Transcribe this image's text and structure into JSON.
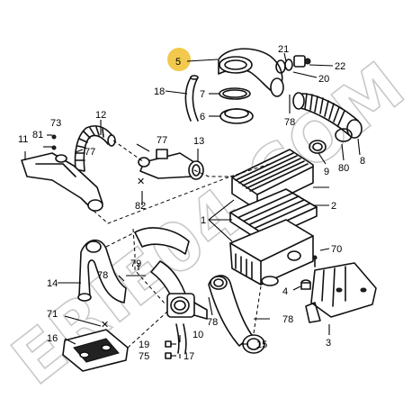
{
  "watermark": "ERIE04.COM",
  "highlight_color": "#f2c94c",
  "callouts": {
    "c1": "1",
    "c2": "2",
    "c3": "3",
    "c4": "4",
    "c5": "5",
    "c6": "6",
    "c7": "7",
    "c8": "8",
    "c9": "9",
    "c10": "10",
    "c11": "11",
    "c12": "12",
    "c13": "13",
    "c14": "14",
    "c15": "15",
    "c16": "16",
    "c17": "17",
    "c18": "18",
    "c19": "19",
    "c20": "20",
    "c21": "21",
    "c22": "22",
    "c70": "70",
    "c71": "71",
    "c73": "73",
    "c75": "75",
    "c77a": "77",
    "c77b": "77",
    "c78a": "78",
    "c78b": "78",
    "c78c": "78",
    "c78d": "78",
    "c79": "79",
    "c80": "80",
    "c81": "81",
    "c82": "82"
  }
}
